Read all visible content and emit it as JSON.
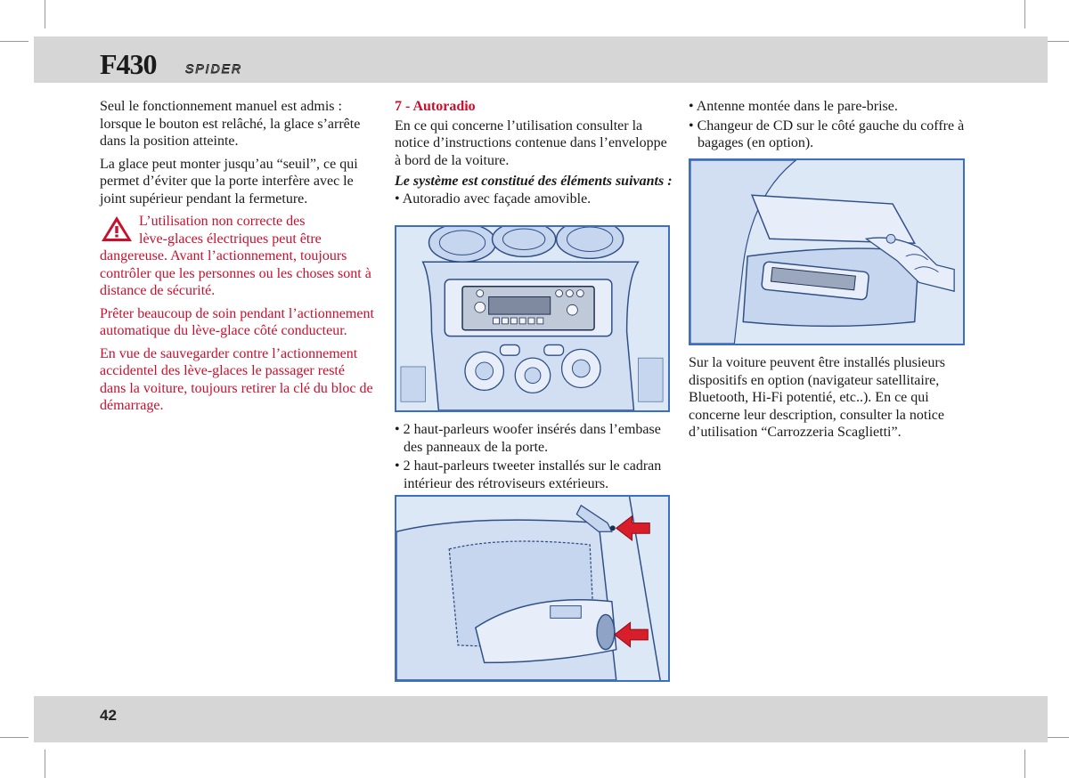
{
  "header": {
    "logo_text": "F430",
    "logo_sub": "SPIDER"
  },
  "left_column": {
    "p1": "Seul le fonctionnement manuel est admis : lorsque le bouton est relâché, la glace s’arrête dans la position atteinte.",
    "p2": "La glace peut monter jusqu’au “seuil”, ce qui permet d’éviter que la porte interfère avec le joint supérieur pendant la fermeture.",
    "warning_line1": "L’utilisation non correcte des",
    "warning_line2": "lève-glaces électriques peut être",
    "warning_rest": "dangereuse. Avant l’actionnement, toujours contrôler que les personnes ou les choses sont à distance de sécurité.",
    "warning_p2": "Prêter beaucoup de soin pendant l’actionnement automatique du lève-glace côté conducteur.",
    "warning_p3": "En vue de sauvegarder contre l’actionnement accidentel des lève-glaces le passager resté dans la voiture, toujours retirer la clé du bloc de démarrage."
  },
  "middle_column": {
    "heading": "7 - Autoradio",
    "intro": "En ce qui concerne l’utilisation consulter la notice d’instructions contenue dans l’enveloppe à bord de la voiture.",
    "subhead": "Le système est constitué des éléments suivants :",
    "bullet_radio": "• Autoradio avec façade amovible.",
    "bullet_woofer": "• 2 haut-parleurs woofer insérés dans l’embase des panneaux de la porte.",
    "bullet_tweeter": "• 2 haut-parleurs tweeter installés sur le cadran intérieur des rétroviseurs extérieurs."
  },
  "right_column": {
    "bullet_antenna": "• Antenne montée dans le pare-brise.",
    "bullet_cd": "• Changeur de CD sur le côté gauche du coffre à bagages (en option).",
    "closing": "Sur la voiture peuvent être installés plusieurs dispositifs en option (navigateur satellitaire, Bluetooth, Hi-Fi potentié, etc..). En ce qui concerne leur description, consulter la notice d’utilisation “Carrozzeria Scaglietti”."
  },
  "footer": {
    "page_number": "42"
  },
  "icons": {
    "warning": "warning-triangle-icon",
    "arrow": "red-arrow-icon"
  },
  "colors": {
    "accent_red": "#c8102e",
    "figure_border": "#3b6fc2",
    "figure_fill": "#dfe9f8",
    "band_gray": "#d6d6d6"
  }
}
